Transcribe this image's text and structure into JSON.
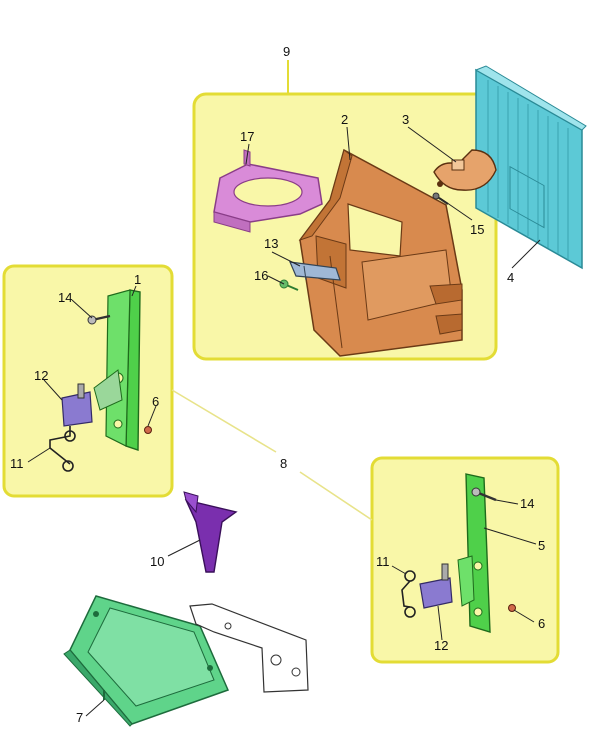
{
  "diagram": {
    "labels": {
      "l1": "1",
      "l2": "2",
      "l3": "3",
      "l4": "4",
      "l5": "5",
      "l6a": "6",
      "l6b": "6",
      "l7": "7",
      "l8": "8",
      "l9": "9",
      "l10": "10",
      "l11a": "11",
      "l11b": "11",
      "l12a": "12",
      "l12b": "12",
      "l13": "13",
      "l14a": "14",
      "l14b": "14",
      "l15": "15",
      "l16": "16",
      "l17": "17"
    },
    "colors": {
      "group_fill": "#f9f7a8",
      "group_stroke": "#e3dc35",
      "duct": "#d88a4e",
      "panel": "#5cc9d6",
      "green_plate": "#4fd04a",
      "purple": "#b64fc0",
      "violet_cup": "#7a2fae",
      "pink_gasket": "#d98bd8",
      "tray": "#5fd48a"
    }
  }
}
